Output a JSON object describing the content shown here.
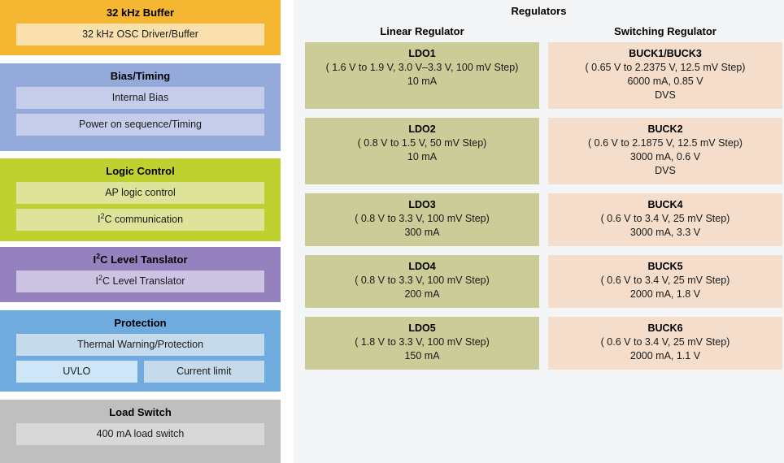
{
  "left_blocks": [
    {
      "key": "osc",
      "title": "32 kHz Buffer",
      "items": [
        {
          "label": "32 kHz OSC Driver/Buffer"
        }
      ]
    },
    {
      "key": "bias",
      "title": "Bias/Timing",
      "items": [
        {
          "label": "Internal Bias"
        },
        {
          "label": "Power on sequence/Timing"
        }
      ]
    },
    {
      "key": "logic",
      "title": "Logic Control",
      "items": [
        {
          "label": "AP logic control"
        },
        {
          "label_html": "I<sup>2</sup>C communication"
        }
      ]
    },
    {
      "key": "i2c",
      "title_html": "I<sup>2</sup>C Level Tanslator",
      "items": [
        {
          "label_html": "I<sup>2</sup>C Level Translator"
        }
      ]
    },
    {
      "key": "protection",
      "title": "Protection",
      "items": [
        {
          "label": "Thermal Warning/Protection"
        },
        {
          "label": "UVLO"
        },
        {
          "label": "Current limit"
        }
      ]
    },
    {
      "key": "load",
      "title": "Load Switch",
      "items": [
        {
          "label": "400 mA load switch"
        }
      ]
    }
  ],
  "regulators": {
    "title": "Regulators",
    "columns": [
      {
        "header": "Linear Regulator"
      },
      {
        "header": "Switching Regulator"
      }
    ],
    "rows": [
      {
        "linear": {
          "name": "LDO1",
          "lines": [
            "( 1.6 V to 1.9 V, 3.0 V–3.3 V, 100 mV Step)",
            "10 mA"
          ]
        },
        "switching": {
          "name": "BUCK1/BUCK3",
          "lines": [
            "( 0.65 V to 2.2375 V, 12.5 mV Step)",
            "6000 mA, 0.85 V",
            "DVS"
          ]
        }
      },
      {
        "linear": {
          "name": "LDO2",
          "lines": [
            "( 0.8 V to 1.5 V, 50 mV Step)",
            "10 mA"
          ]
        },
        "switching": {
          "name": "BUCK2",
          "lines": [
            "( 0.6 V to 2.1875 V, 12.5 mV Step)",
            "3000 mA, 0.6 V",
            "DVS"
          ]
        }
      },
      {
        "linear": {
          "name": "LDO3",
          "lines": [
            "( 0.8 V to 3.3 V, 100 mV Step)",
            "300 mA"
          ]
        },
        "switching": {
          "name": "BUCK4",
          "lines": [
            "( 0.6 V to 3.4 V, 25 mV Step)",
            "3000 mA, 3.3 V"
          ]
        }
      },
      {
        "linear": {
          "name": "LDO4",
          "lines": [
            "( 0.8 V to 3.3 V, 100 mV Step)",
            "200 mA"
          ]
        },
        "switching": {
          "name": "BUCK5",
          "lines": [
            "( 0.6 V to 3.4 V, 25 mV Step)",
            "2000 mA, 1.8 V"
          ]
        }
      },
      {
        "linear": {
          "name": "LDO5",
          "lines": [
            "( 1.8 V to 3.3 V, 100 mV Step)",
            "150 mA"
          ]
        },
        "switching": {
          "name": "BUCK6",
          "lines": [
            "( 0.6 V to 3.4 V, 25 mV Step)",
            "2000 mA, 1.1 V"
          ]
        }
      }
    ]
  },
  "colors": {
    "osc_band": "#f5b731",
    "osc_item": "#fae0ad",
    "bias_band": "#94aada",
    "bias_item": "#c6cdeb",
    "logic_band": "#bed12f",
    "logic_item": "#dee39a",
    "i2c_band": "#9681bf",
    "i2c_item": "#cdc4e3",
    "protection_band": "#6fabdf",
    "protection_item": "#c5dbec",
    "protection_item_alt": "#cfe6f8",
    "load_band": "#bfbfbf",
    "load_item": "#d8d8d8",
    "panel_bg": "#f4f5f7",
    "ldo_cell": "#cbcc97",
    "buck_cell": "#f4ddca"
  }
}
